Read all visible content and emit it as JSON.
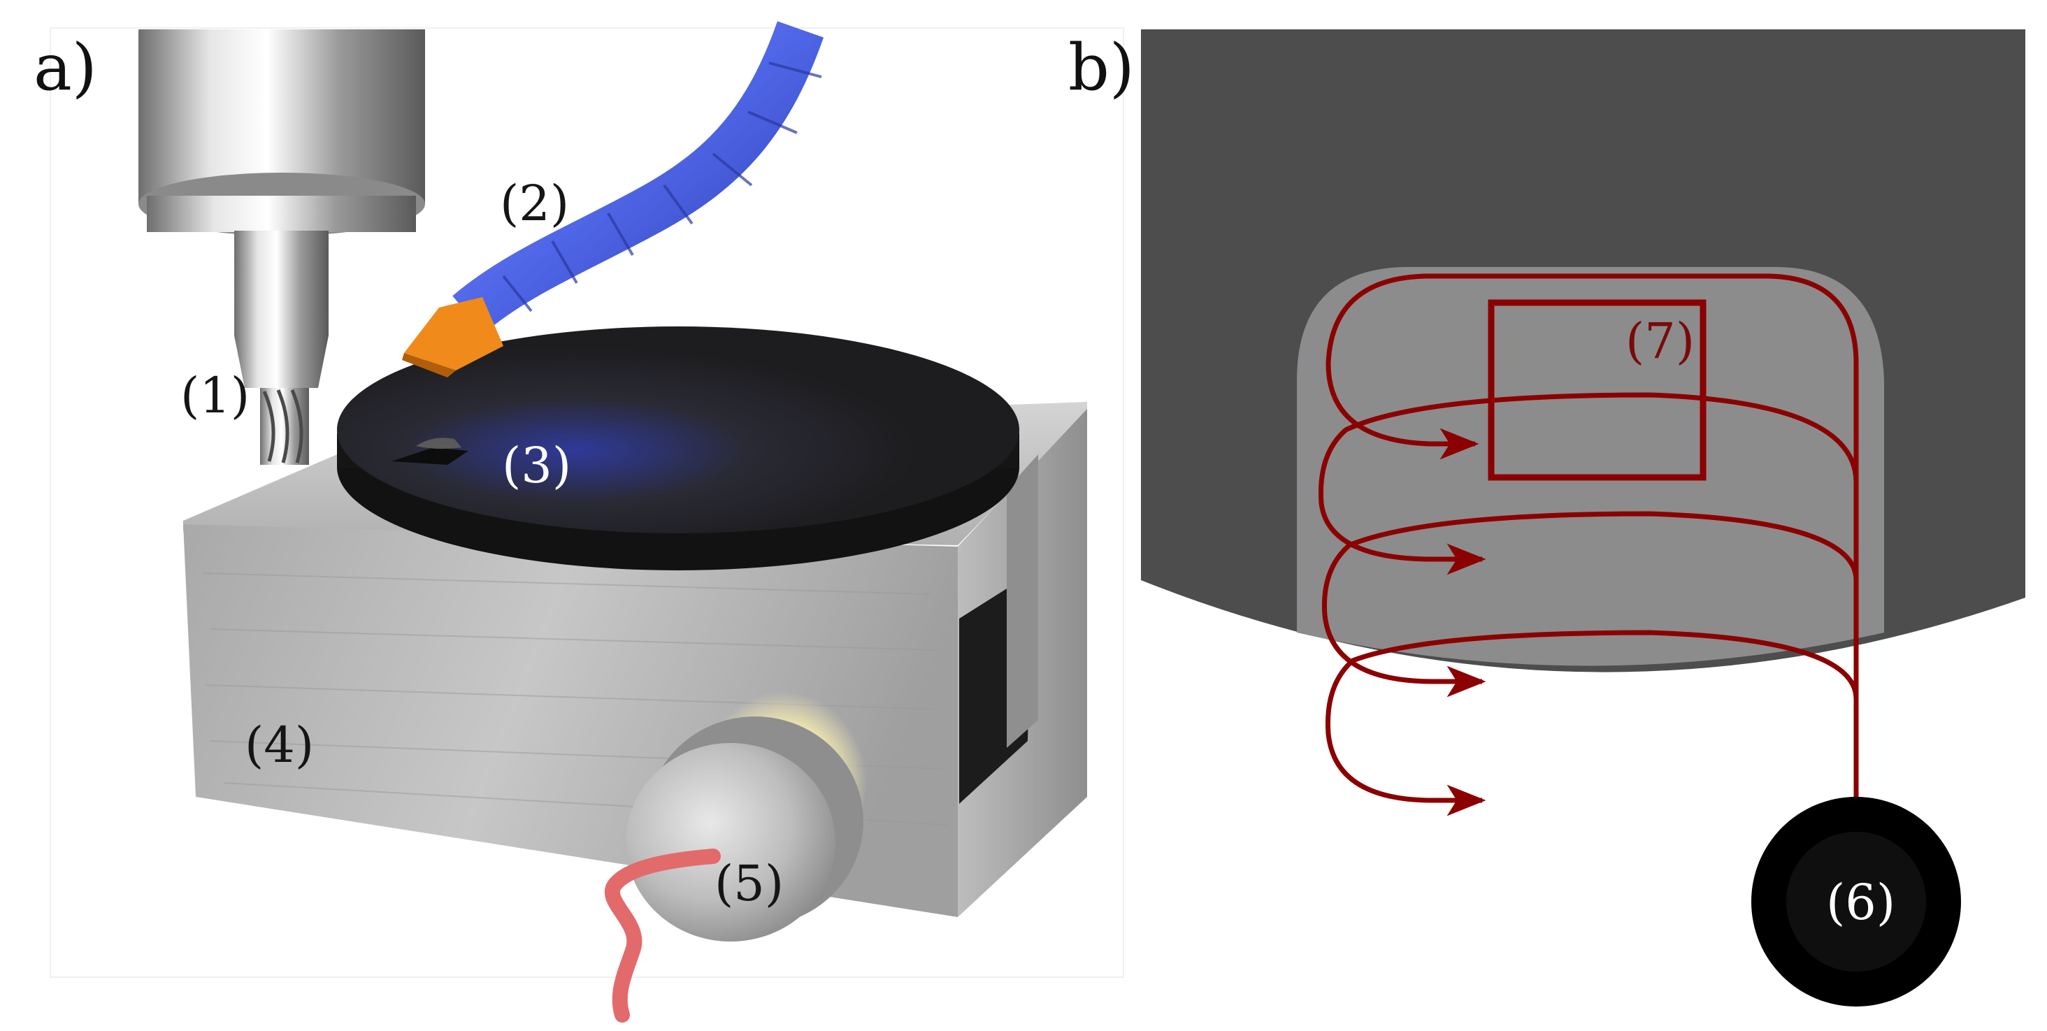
{
  "panels": {
    "a": {
      "label": "a)"
    },
    "b": {
      "label": "b)"
    }
  },
  "callouts": {
    "c1": "(1)",
    "c2": "(2)",
    "c3": "(3)",
    "c4": "(4)",
    "c5": "(5)",
    "c6": "(6)",
    "c7": "(7)"
  },
  "colors": {
    "hose": "#4f66e8",
    "nozzle": "#f08a1a",
    "steel": "#b8b8b8",
    "disk": "#2b2b2e",
    "cable": "#e36a6a",
    "path": "#8b0000",
    "workpiece_dark": "#4d4d4d",
    "workpiece_light": "#8c8c8c"
  }
}
